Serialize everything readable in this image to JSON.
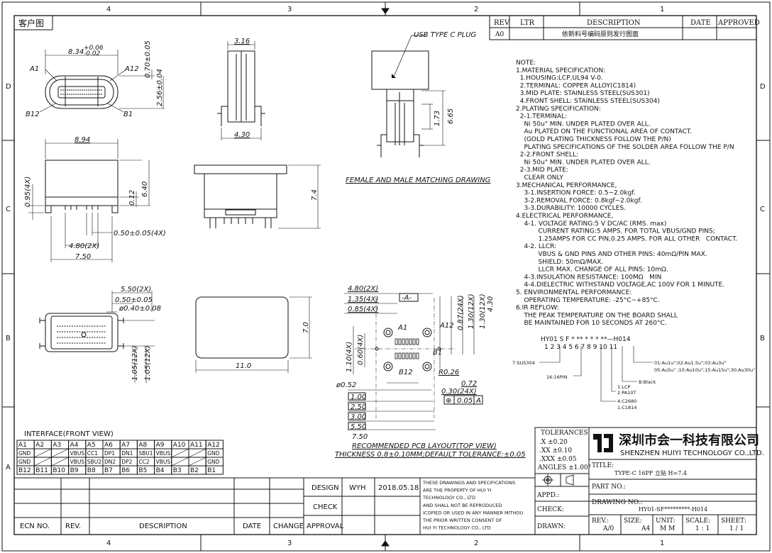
{
  "frame": {
    "top_zones": [
      "4",
      "3",
      "2",
      "1"
    ],
    "bottom_zones": [
      "4",
      "3",
      "2",
      "1"
    ],
    "left_zones": [
      "D",
      "C",
      "B",
      "A"
    ],
    "right_zones": [
      "D",
      "C",
      "B"
    ]
  },
  "customer_label": "客户图",
  "revision": {
    "headers": [
      "REV",
      "LTR",
      "DESCRIPTION",
      "DATE",
      "APPROVED"
    ],
    "rows": [
      [
        "A0",
        "",
        "依新料号编码原则发行图面",
        "",
        ""
      ]
    ]
  },
  "dims": {
    "width_834": "8.34",
    "tol_plus": "+0.06",
    "tol_minus": "-0.02",
    "h_070": "0.70±0.05",
    "h_256": "2.56±0.04",
    "a1": "A1",
    "a12": "A12",
    "b12": "B12",
    "b1": "B1",
    "side_316": "3.16",
    "side_430": "4.30",
    "front_894": "8.94",
    "v_095": "0.95(4X)",
    "v_012": "0.12",
    "v_640": "6.40",
    "w_050": "0.50±0.05(4X)",
    "w_480": "4.80(2X)",
    "w_750": "7.50",
    "h_74": "7.4",
    "top_550": "5.50(2X)",
    "top_050": "0.50±0.05",
    "top_040": "ø0.40±0.08",
    "top_105a": "1.05(12X)",
    "top_105b": "1.05(12X)",
    "pad_110": "11.0",
    "pad_70": "7.0",
    "plug_label": "USB TYPE C PLUG",
    "plug_173": "1.73",
    "plug_665": "6.65",
    "matching_caption": "FEMALE AND MALE MATCHING DRAWING"
  },
  "pcb": {
    "d_480": "4.80(2X)",
    "d_135": "1.35(4X)",
    "d_085": "0.85(4X)",
    "datum_a": "-A-",
    "d_087": "0.87(24X)",
    "d_130a": "1.30(12X)",
    "d_130b": "1.30(12X)",
    "d_430": "4.30",
    "a1": "A1",
    "a12": "A12",
    "b12": "B12",
    "b1": "B1",
    "d_110": "1.10(4X)",
    "d_060": "0.60(4X)",
    "d_026": "R0.26",
    "d_052": "ø0.52",
    "d_072": "0.72",
    "d_030": "0.30(24X)",
    "pos_tol": "0.05",
    "pos_ref": "A",
    "box_100": "1.00",
    "box_250": "2.50",
    "box_300": "3.00",
    "box_550": "5.50",
    "d_750": "7.50",
    "caption1": "RECOMMENDED PCB LAYOUT(TOP VIEW)",
    "caption2": "THICKNESS 0.8±0.10MM;DEFAULT TOLERANCE:±0.05"
  },
  "notes": [
    "NOTE:",
    "1.MATERIAL SPECIFICATION:",
    "  1.HOUSING:LCP,UL94 V-0.",
    "  2.TERMINAL: COPPER ALLOY(C1814)",
    "  3.MID PLATE: STAINLESS STEEL(SUS301)",
    "  4.FRONT SHELL: STAINLESS STEEL(SUS304)",
    "2.PLATING SPECIFICATION:",
    "  2-1.TERMINAL:",
    "    Ni 50u\" MIN. UNDER PLATED OVER ALL.",
    "    Au PLATED ON THE FUNCTIONAL AREA OF CONTACT.",
    "    (GOLD PLATING THICKNESS FOLLOW THE P/N)",
    "    PLATING SPECIFICATIONS OF THE SOLDER AREA FOLLOW THE P/N",
    "  2-2.FRONT SHELL:",
    "    Ni 50u\" MIN. UNDER PLATED OVER ALL.",
    "  2-3.MID PLATE:",
    "    CLEAR ONLY",
    "3.MECHANICAL PERFORMANCE,",
    "    3-1.INSERTION FORCE: 0.5~2.0kgf.",
    "    3-2.REMOVAL FORCE: 0.8kgf~2.0kgf.",
    "    3-3.DURABILITY: 10000 CYCLES.",
    "4.ELECTRICAL PERFORMANCE,",
    "    4-1. VOLTAGE RATING:5 V DC/AC (RMS. max)",
    "           CURRENT RATING:5 AMPS. FOR TOTAL VBUS/GND PINS;",
    "           1.25AMPS FOR CC PIN,0.25 AMPS. FOR ALL OTHER   CONTACT.",
    "    4-2. LLCR:",
    "           VBUS & GND PINS AND OTHER PINS: 40mΩ/PIN MAX.",
    "           SHIELD: 50mΩ/MAX.",
    "           LLCR MAX. CHANGE OF ALL PINS: 10mΩ.",
    "    4-3.INSULATION RESISTANCE: 100MΩ   MIN",
    "    4-4.DIELECTRIC WITHSTAND VOLTAGE,AC 100V FOR 1 MINUTE.",
    "5. ENVIRONMENTAL PERFORMANCE:",
    "    OPERATING TEMPERATURE: -25°C~+85°C.",
    "6.IR REFLOW:",
    "    THE PEAK TEMPERATURE ON THE BOARD SHALL",
    "    BE MAINTAINED FOR 10 SECONDS AT 260°C."
  ],
  "pn": {
    "code": "HY01   S F *   **   *   *   *   **—H014",
    "positions": "1  2    3  4  5    6     7    8    9    10     11",
    "k_plating": "01:Au1u\";02:Au1.5u\";03:Au3u\"",
    "k_plating2": "05:Au5u\" ;10:Au10u\";15:Au15u\";30:Au30u\"",
    "k_color": "B:Black",
    "k_housing1": "1:LCP",
    "k_housing2": "2:PA10T",
    "k_term1": "4:C2680",
    "k_term2": "1:C1814",
    "k_pin": "16:16PIN",
    "k_shell": "7:SUS304"
  },
  "interface": {
    "title": "INTERFACE(FRONT VIEW)",
    "row_a": [
      "A1",
      "A2",
      "A3",
      "A4",
      "A5",
      "A6",
      "A7",
      "A8",
      "A9",
      "A10",
      "A11",
      "A12"
    ],
    "row_a_sig": [
      "GND",
      "",
      "",
      "VBUS",
      "CC1",
      "DP1",
      "DN1",
      "SBU1",
      "VBUS",
      "",
      "",
      "GND"
    ],
    "row_b_sig": [
      "GND",
      "",
      "",
      "VBUS",
      "SBU2",
      "DN2",
      "DP2",
      "CC2",
      "VBUS",
      "",
      "",
      "GND"
    ],
    "row_b": [
      "B12",
      "B11",
      "B10",
      "B9",
      "B8",
      "B7",
      "B6",
      "B5",
      "B4",
      "B3",
      "B2",
      "B1"
    ]
  },
  "ecn": {
    "headers": [
      "ECN NO.",
      "REV.",
      "DESCRIPTION",
      "DATE",
      "CHANGE"
    ]
  },
  "approval": {
    "design": "DESIGN",
    "designer": "WYH",
    "date": "2018.05.18",
    "check": "CHECK",
    "approval": "APPROVAL",
    "notice": [
      "THESE DRAWINGS AND SPECIFICATIONS",
      "ARE THE PROPERTY OF HUI YI",
      "TECHNOLOGY CO., LTD",
      "AND SHALL NOT BE REPRODUCED",
      "ICOPIED OR USED IN ANY MANNER MITHOU",
      "THE PRIOR WRITTEN CONSENT OF",
      "HUI YI  TECHNOLOGY CO., LTD"
    ]
  },
  "titleblock": {
    "tolerances": "TOLERANCES",
    "tol_x": ".X      ±0.20",
    "tol_xx": ".XX     ±0.10",
    "tol_xxx": ".XXX    ±0.05",
    "tol_ang": "ANGLES ±1.00°",
    "company_cn": "深圳市会一科技有限公司",
    "company_en": "SHENZHEN HUIYI TECHNOLOGY CO.,LTD.",
    "title_label": "TITLE:",
    "title_value": "TYPE-C 16PF 立贴 H=7.4",
    "part_label": "PART NO.:",
    "appd_label": "APPD.:",
    "check_label": "CHECK:",
    "drawn_label": "DRAWN:",
    "drawing_label": "DRAWING NO.:",
    "drawing_value": "HY01-SF*********-H014",
    "rev_label": "REV.:",
    "rev_value": "A/0",
    "size_label": "SIZE:",
    "size_value": "A4",
    "unit_label": "UNIT:",
    "unit_value": "M M",
    "scale_label": "SCALE:",
    "scale_value": "1 : 1",
    "sheet_label": "SHEET:",
    "sheet_value": "1 / 1"
  }
}
